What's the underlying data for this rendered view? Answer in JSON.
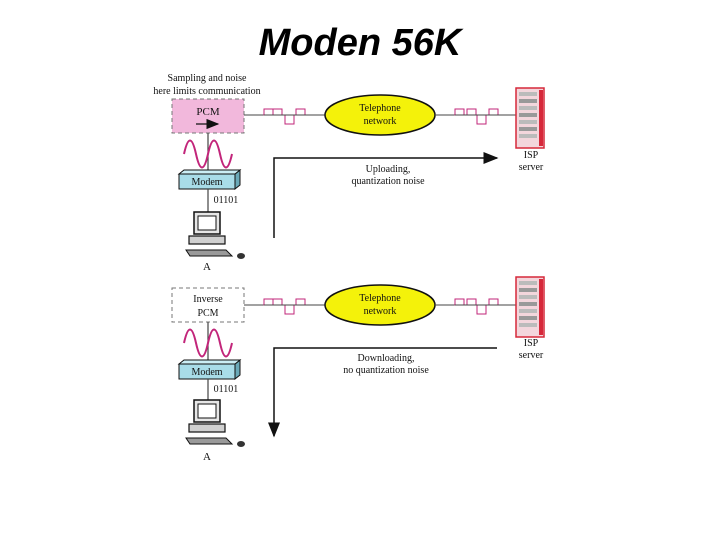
{
  "title": "Moden 56K",
  "colors": {
    "pcm_fill": "#f2b8dc",
    "pink_stroke": "#c2257a",
    "cloud_fill": "#f4f20a",
    "modem_fill": "#a8dce8",
    "server_red": "#d6283a",
    "signal": "#c2257a"
  },
  "upper": {
    "note_line1": "Sampling and noise",
    "note_line2": "here limits communication",
    "pcm_label": "PCM",
    "network_line1": "Telephone",
    "network_line2": "network",
    "server_line1": "ISP",
    "server_line2": "server",
    "modem_label": "Modem",
    "bits": "01101",
    "station": "A",
    "direction_line1": "Uploading,",
    "direction_line2": "quantization noise"
  },
  "lower": {
    "box_line1": "Inverse",
    "box_line2": "PCM",
    "network_line1": "Telephone",
    "network_line2": "network",
    "server_line1": "ISP",
    "server_line2": "server",
    "modem_label": "Modem",
    "bits": "01101",
    "station": "A",
    "direction_line1": "Downloading,",
    "direction_line2": "no quantization noise"
  },
  "icons": [
    "arrow-right-icon",
    "sine-wave-icon",
    "computer-icon",
    "server-icon",
    "cloud-icon",
    "pulse-train-icon"
  ]
}
